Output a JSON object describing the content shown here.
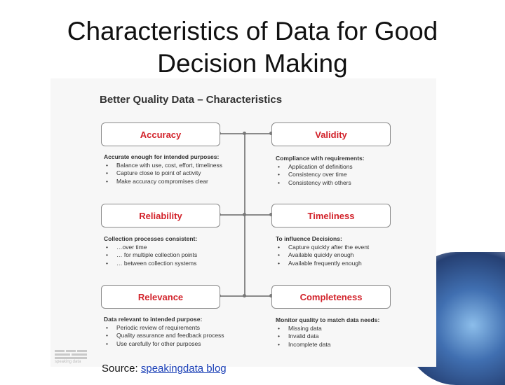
{
  "slide": {
    "title_line1": "Characteristics of Data for Good",
    "title_line2": "Decision Making"
  },
  "figure": {
    "title": "Better Quality Data – Characteristics",
    "items": [
      {
        "name": "Accuracy",
        "heading": "Accurate enough for intended purposes:",
        "bullets": [
          "Balance with use, cost, effort, timeliness",
          "Capture close to point of activity",
          "Make accuracy compromises clear"
        ]
      },
      {
        "name": "Validity",
        "heading": "Compliance with requirements:",
        "bullets": [
          "Application of definitions",
          "Consistency over time",
          "Consistency with others"
        ]
      },
      {
        "name": "Reliability",
        "heading": "Collection processes consistent:",
        "bullets": [
          "…over time",
          "… for multiple collection points",
          "… between collection systems"
        ]
      },
      {
        "name": "Timeliness",
        "heading": "To influence Decisions:",
        "bullets": [
          "Capture quickly after the event",
          "Available quickly enough",
          "Available frequently enough"
        ]
      },
      {
        "name": "Relevance",
        "heading": "Data relevant to intended purpose:",
        "bullets": [
          "Periodic review of requirements",
          "Quality assurance and feedback process",
          "Use carefully for other purposes"
        ]
      },
      {
        "name": "Completeness",
        "heading": "Monitor quality to match data needs:",
        "bullets": [
          "Missing data",
          "Invalid data",
          "Incomplete data"
        ]
      }
    ],
    "logo_text": "speaking data"
  },
  "source": {
    "prefix": "Source: ",
    "link": "speakingdata blog"
  },
  "colors": {
    "box_label": "#d2222a",
    "link": "#1a3fb6"
  }
}
